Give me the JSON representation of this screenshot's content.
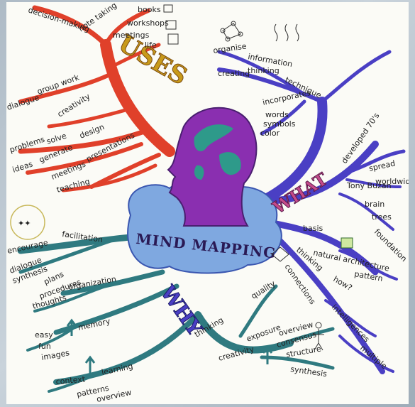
{
  "center": {
    "title": "MIND MAPPING"
  },
  "colors": {
    "uses": "#e0402a",
    "what": "#4a3fc4",
    "why": "#2f7a80",
    "head": "#8a2fb0",
    "globe": "#2e9a8a",
    "cloud": "#7fa8e0",
    "title_yellow": "#c89a1a"
  },
  "uses": {
    "heading": "USES",
    "labels": [
      "decision-making",
      "note taking",
      "books",
      "workshops",
      "meetings",
      "life",
      "dialogue",
      "group work",
      "creativity",
      "design",
      "problems",
      "solve",
      "ideas",
      "generate",
      "presentations",
      "meetings",
      "teaching"
    ]
  },
  "what": {
    "heading": "WHAT",
    "labels": [
      "organise",
      "information",
      "creating",
      "thinking",
      "technique",
      "incorporates",
      "words",
      "symbols",
      "color",
      "developed 70's",
      "spread",
      "worldwide",
      "Tony Buzan",
      "brain",
      "trees",
      "foundation",
      "basis",
      "natural architecture",
      "pattern",
      "thinking",
      "how?",
      "connections",
      "intelligences",
      "multiple"
    ]
  },
  "why": {
    "heading": "WHY",
    "labels": [
      "facilitation",
      "encourage",
      "dialogue",
      "synthesis",
      "organization",
      "plans",
      "procedures",
      "thoughts",
      "memory",
      "easy",
      "fun",
      "images",
      "learning",
      "context",
      "patterns",
      "overview",
      "thinking",
      "quality",
      "creativity",
      "overview",
      "consensus",
      "structure",
      "synthesis",
      "exposure"
    ]
  }
}
